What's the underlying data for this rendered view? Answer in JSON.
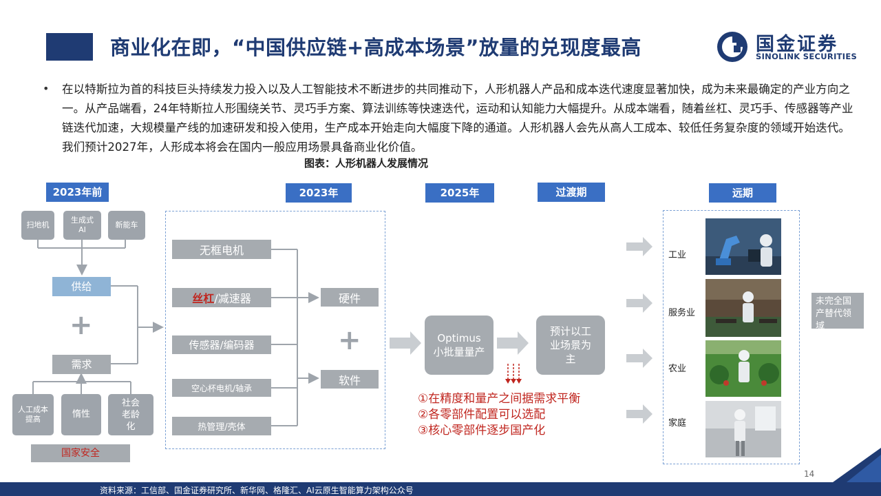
{
  "header": {
    "title": "商业化在即，“中国供应链+高成本场景”放量的兑现度最高",
    "logo_cn": "国金证券",
    "logo_en": "SINOLINK SECURITIES"
  },
  "bullet": "在以特斯拉为首的科技巨头持续发力投入以及人工智能技术不断进步的共同推动下，人形机器人产品和成本迭代速度显著加快，成为未来最确定的产业方向之一。从产品端看，24年特斯拉人形围绕关节、灵巧手方案、算法训练等快速迭代，运动和认知能力大幅提升。从成本端看，随着丝杠、灵巧手、传感器等产业链迭代加速，大规模量产线的加速研发和投入使用，生产成本开始走向大幅度下降的通道。人形机器人会先从高人工成本、较低任务复杂度的领域开始迭代。我们预计2027年，人形成本将会在国内一般应用场景具备商业化价值。",
  "caption": "图表：人形机器人发展情况",
  "diagram": {
    "periods": [
      "2023年前",
      "2023年",
      "2025年",
      "过渡期",
      "远期"
    ],
    "pre2023": {
      "top_items": [
        "扫地机",
        "生成式AI",
        "新能车"
      ],
      "supply": "供给",
      "plus": "+",
      "demand": "需求",
      "bottom_items": [
        "人工成本提高",
        "惰性",
        "社会老龄化"
      ],
      "security": "国家安全"
    },
    "y2023": {
      "components": [
        "无框电机",
        "丝杠",
        "/减速器",
        "传感器/编码器",
        "空心杯电机/轴承",
        "热管理/壳体"
      ],
      "hardware": "硬件",
      "plus": "+",
      "software": "软件"
    },
    "y2025": {
      "box": "Optimus 小批量量产"
    },
    "transition": {
      "box": "预计以工业场景为主"
    },
    "notes": [
      "①在精度和量产之间据需求平衡",
      "②各零部件配置可以选配",
      "③核心零部件逐步国产化"
    ],
    "longterm": {
      "scenes": [
        "工业",
        "服务业",
        "农业",
        "家庭"
      ],
      "side": "未完全国产替代领域"
    }
  },
  "footer": {
    "source": "资料来源：工信部、国金证券研究所、新华网、格隆汇、AI云原生智能算力架构公众号",
    "page": "14"
  },
  "colors": {
    "brand_blue": "#1f3b73",
    "period_blue": "#3a6fc4",
    "accent_red": "#c0261f",
    "box_gray": "#a6abb0"
  }
}
